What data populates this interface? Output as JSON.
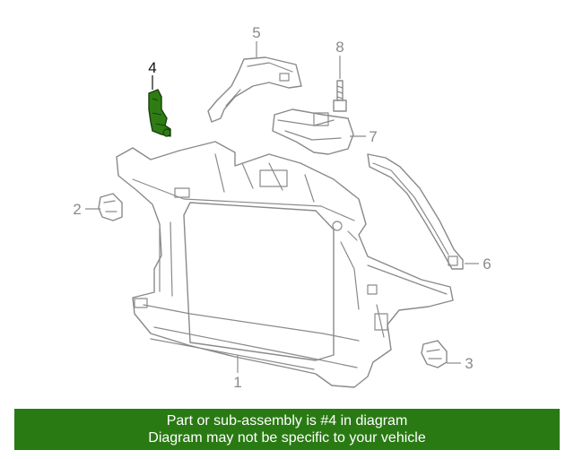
{
  "diagram": {
    "callouts": {
      "c1": "1",
      "c2": "2",
      "c3": "3",
      "c4": "4",
      "c5": "5",
      "c6": "6",
      "c7": "7",
      "c8": "8"
    },
    "highlight_color": "#2e7d14",
    "line_color": "#8a8a8a"
  },
  "footer": {
    "line1": "Part or sub-assembly is #4 in diagram",
    "line2": "Diagram may not be specific to your vehicle",
    "background": "#2a7a14"
  }
}
